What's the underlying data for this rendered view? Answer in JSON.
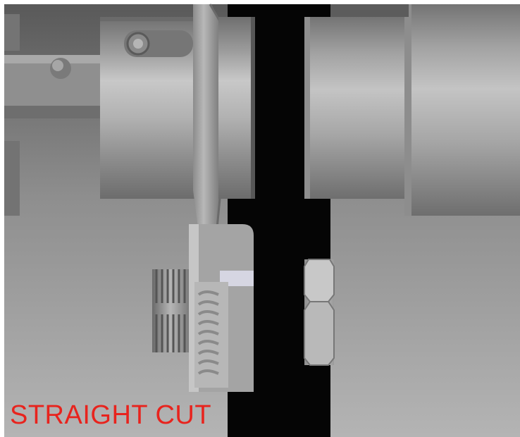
{
  "caption": {
    "text": "STRAIGHT CUT",
    "color": "#e8231d"
  },
  "colors": {
    "background_top": "#5d5d5d",
    "background_bottom": "#a8a8a8",
    "cut_gap": "#050505",
    "metal_dark": "#7a7a7a",
    "metal_light": "#c2c2c2"
  },
  "parts": {
    "shaft": "left-shaft",
    "hub": "left-hub-with-set-screw",
    "flange": "flange",
    "right_shaft": "right-shaft",
    "bolt": "hex-bolt",
    "nut": "hex-nut"
  }
}
